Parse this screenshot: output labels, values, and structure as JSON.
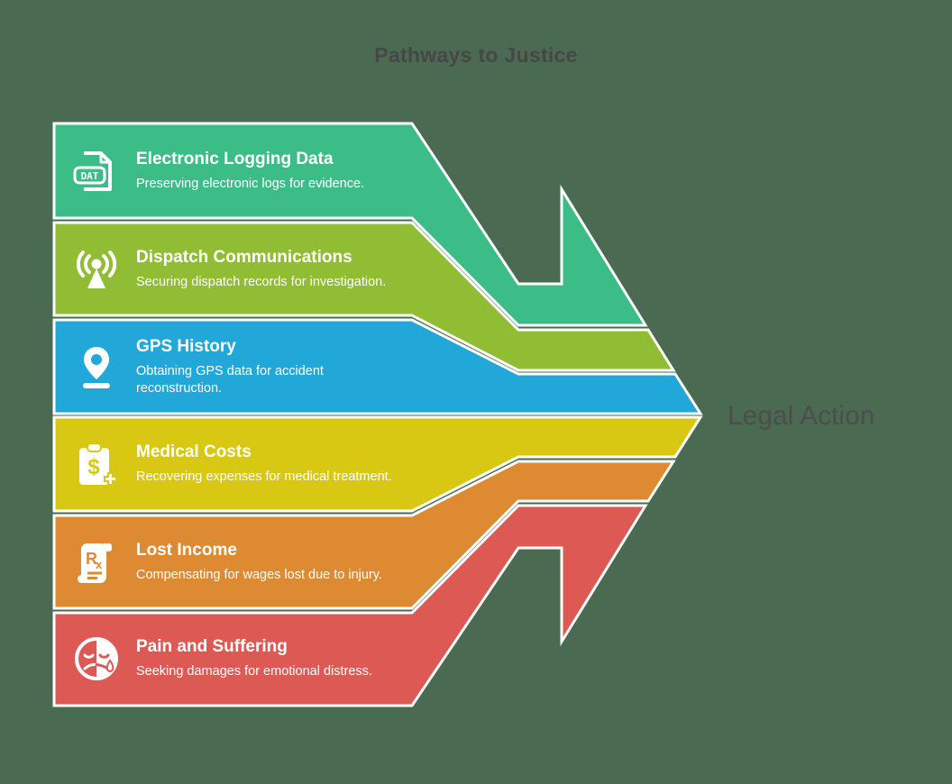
{
  "page": {
    "title": "Pathways to Justice",
    "title_color": "#474747",
    "background_color": "#4a6a52",
    "separator_color": "#ffffff"
  },
  "result": {
    "label": "Legal Action",
    "color": "#4d4d4d"
  },
  "bands": [
    {
      "title": "Electronic Logging Data",
      "subtitle": "Preserving electronic logs for evidence.",
      "color": "#3cbc87",
      "icon": "dat-file-icon",
      "icon_text": "DAT"
    },
    {
      "title": "Dispatch Communications",
      "subtitle": "Securing dispatch records for investigation.",
      "color": "#90bd34",
      "icon": "broadcast-antenna-icon"
    },
    {
      "title": "GPS History",
      "subtitle": "Obtaining GPS data for accident reconstruction.",
      "color": "#21a8d8",
      "icon": "map-pin-icon"
    },
    {
      "title": "Medical Costs",
      "subtitle": "Recovering expenses for medical treatment.",
      "color": "#d9c813",
      "icon": "medical-cost-clipboard-icon",
      "icon_text": "$"
    },
    {
      "title": "Lost Income",
      "subtitle": "Compensating for wages lost due to injury.",
      "color": "#de8a33",
      "icon": "rx-prescription-icon",
      "icon_text_r": "R",
      "icon_text_x": "x"
    },
    {
      "title": "Pain and Suffering",
      "subtitle": "Seeking damages for emotional distress.",
      "color": "#dd5a54",
      "icon": "sad-face-icon"
    }
  ]
}
